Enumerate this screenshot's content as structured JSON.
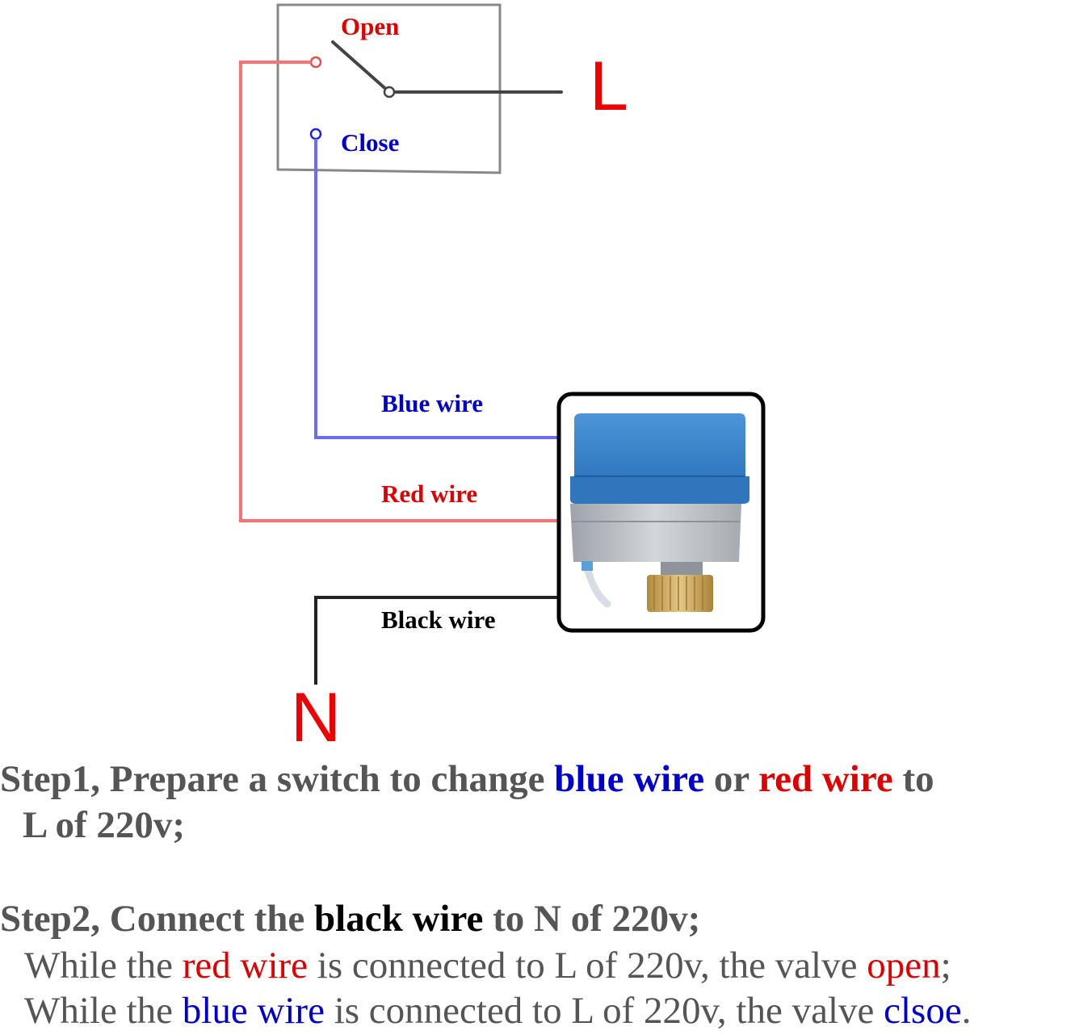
{
  "diagram": {
    "switch": {
      "open_label": "Open",
      "close_label": "Close"
    },
    "terminal_l": "L",
    "terminal_n": "N",
    "wires": {
      "blue": "Blue wire",
      "red": "Red wire",
      "black": "Black wire"
    },
    "colors": {
      "red": "#e00000",
      "blue": "#0000cc",
      "red_wire": "#ff7070",
      "blue_wire": "#6a6aff",
      "black_wire": "#222222",
      "actuator_blue": "#3a86cc",
      "actuator_silver": "#b8bcc2",
      "brass": "#c9a35a",
      "text_gray": "#555555"
    }
  },
  "instructions": {
    "step1": {
      "part1": "Step1, Prepare a switch to change ",
      "blue": "blue wire",
      "part2": " or ",
      "red": "red wire",
      "part3": " to",
      "line2": "L of 220v;"
    },
    "step2": {
      "part1": "Step2, Connect the ",
      "black": "black wire",
      "part2": " to N of 220v;",
      "line2_a": "While the ",
      "line2_red": "red wire",
      "line2_b": " is connected to L of 220v, the valve ",
      "line2_open": "open",
      "line2_c": ";",
      "line3_a": "While the ",
      "line3_blue": "blue wire",
      "line3_b": " is connected to L of 220v, the valve ",
      "line3_close": "clsoe",
      "line3_c": "."
    }
  }
}
